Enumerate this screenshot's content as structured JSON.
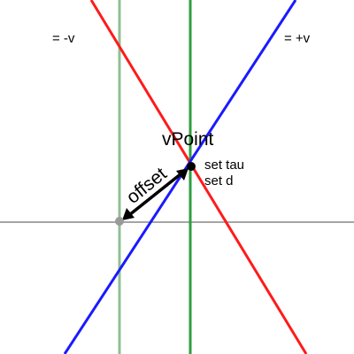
{
  "labels": {
    "minus_v": "= -v",
    "plus_v": "= +v",
    "vpoint": "vPoint",
    "set_tau": "set tau",
    "set_d": "set d",
    "offset": "offset"
  },
  "colors": {
    "background": "#ffffff",
    "minus_v_line": "#ff1a1a",
    "plus_v_line": "#1a1aff",
    "vertical_dark": "#2e9e3e",
    "vertical_light": "#8fbf94",
    "horizontal_axis": "#a6a6a6",
    "point": "#000000",
    "ghost_point": "#9a9a9a",
    "arrow": "#000000"
  }
}
